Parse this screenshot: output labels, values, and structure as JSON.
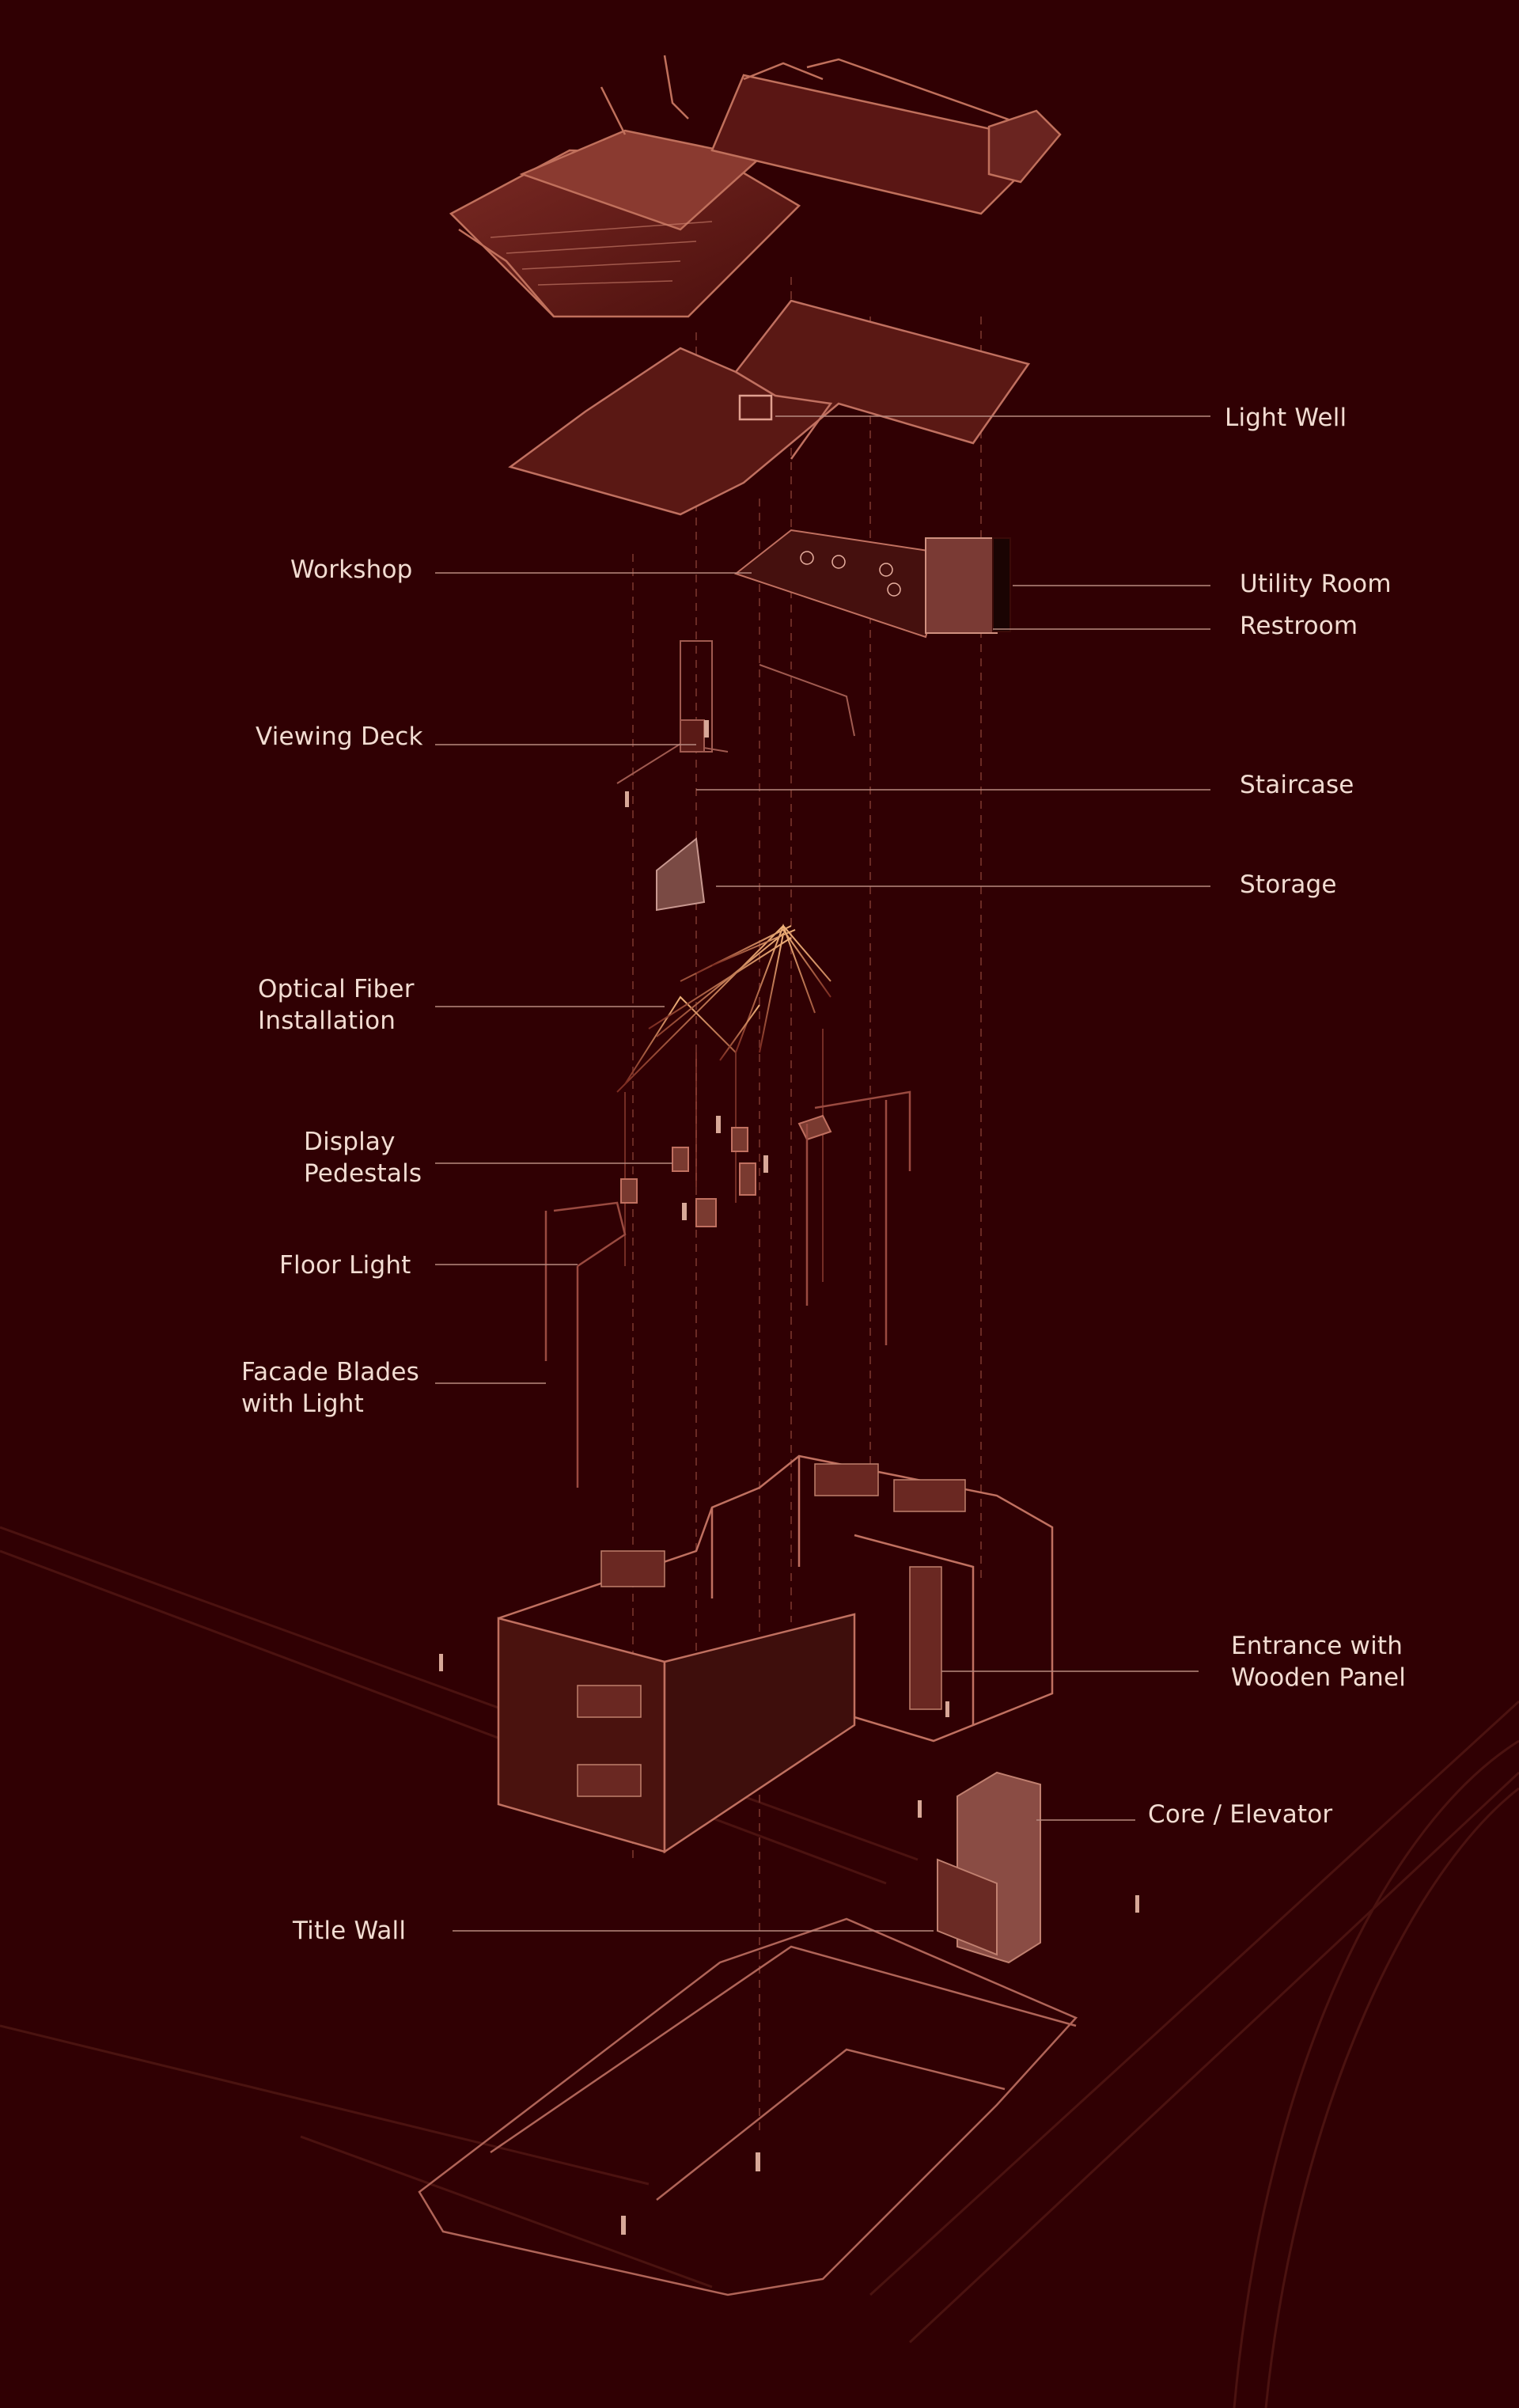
{
  "labels": {
    "light_well": "Light Well",
    "workshop": "Workshop",
    "utility_room": "Utility Room",
    "restroom": "Restroom",
    "viewing_deck": "Viewing Deck",
    "staircase": "Staircase",
    "storage": "Storage",
    "optical_fiber": "Optical Fiber\nInstallation",
    "display_pedestals": "Display\nPedestals",
    "floor_light": "Floor Light",
    "facade_blades": "Facade Blades\nwith Light",
    "entrance": "Entrance with\nWooden Panel",
    "core_elevator": "Core / Elevator",
    "title_wall": "Title Wall"
  },
  "colors": {
    "background": "#300003",
    "leader": "#b88a80",
    "wire": "#b8665c",
    "glow": "#e8a070",
    "text": "#f2dcd2"
  }
}
